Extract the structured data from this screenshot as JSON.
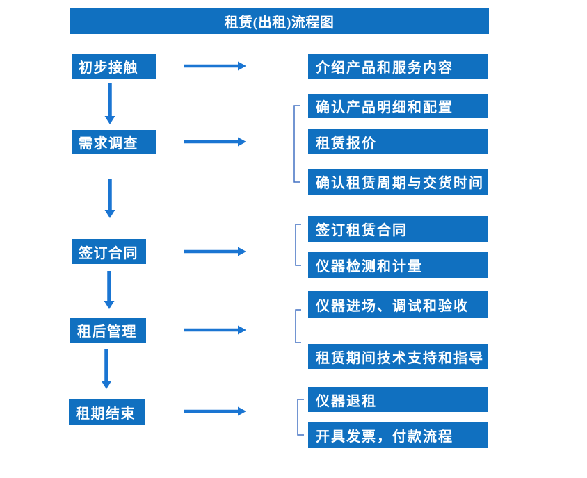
{
  "title": "租赁(出租)流程图",
  "colors": {
    "box_blue": "#1070c0",
    "arrow_blue": "#1a75d2",
    "bracket_blue": "#4472c4",
    "text_white": "#ffffff"
  },
  "steps": [
    {
      "label": "初步接触",
      "details": [
        "介绍产品和服务内容"
      ]
    },
    {
      "label": "需求调查",
      "details": [
        "确认产品明细和配置",
        "租赁报价",
        "确认租赁周期与交货时间"
      ]
    },
    {
      "label": "签订合同",
      "details": [
        "签订租赁合同",
        "仪器检测和计量"
      ]
    },
    {
      "label": "租后管理",
      "details": [
        "仪器进场、调试和验收",
        "租赁期间技术支持和指导"
      ]
    },
    {
      "label": "租期结束",
      "details": [
        "仪器退租",
        "开具发票，付款流程"
      ]
    }
  ]
}
